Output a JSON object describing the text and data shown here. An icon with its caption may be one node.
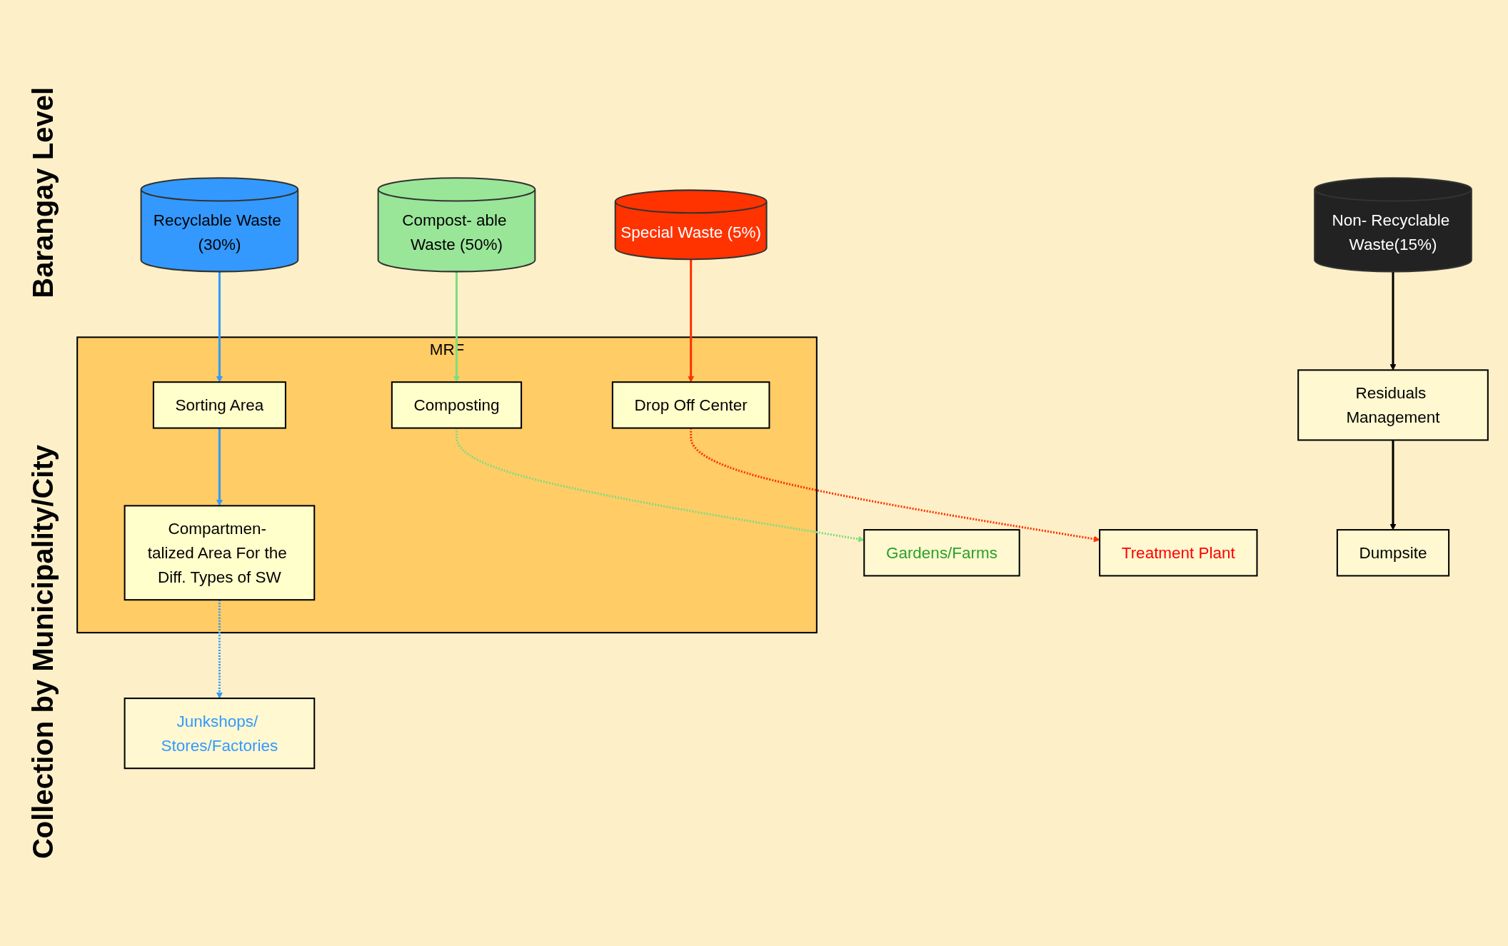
{
  "diagram": {
    "nodes": [
      {
        "text": [
          "Compost- able Waste (50%)"
        ]
      },
      {
        "text": [
          "Recyclable Waste (30%)"
        ]
      },
      {
        "text": [
          "Special Waste (5%)"
        ]
      },
      {
        "text": [
          "Non- Recyclable Waste(15%)"
        ]
      },
      {
        "text": [
          "MRF"
        ]
      },
      {
        "text": [
          "Composting"
        ],
        "in": 4
      },
      {
        "text": [
          "Compartmen- talized Area For the Diff. Types of SW"
        ],
        "in": 4
      },
      {
        "text": [
          "Sorting Area"
        ],
        "in": 4
      },
      {
        "text": [
          "Drop Off Center"
        ],
        "in": 4
      },
      {
        "text": [
          "Dumpsite"
        ]
      },
      {
        "text": [
          "Residuals Management"
        ]
      },
      {
        "text": [
          "Gardens/Farms"
        ]
      },
      {
        "text": [
          "Junkshops/ Stores/Factories"
        ]
      },
      {
        "text": [
          "Treatment Plant"
        ]
      }
    ],
    "edges": [
      {
        "from": 0,
        "to": 5,
        "arrow": "to",
        "color": "#7fdd7f"
      },
      {
        "from": 1,
        "to": 7,
        "arrow": "to",
        "color": "#3399ff"
      },
      {
        "from": 7,
        "to": 6,
        "arrow": "to",
        "color": "#3399ff"
      },
      {
        "from": 2,
        "to": 8,
        "arrow": "to",
        "color": "#ff3300"
      },
      {
        "from": 3,
        "to": 10,
        "arrow": "to",
        "color": "#000000"
      },
      {
        "from": 10,
        "to": 9,
        "arrow": "to",
        "color": "#000000"
      },
      {
        "from": 5,
        "to": 11,
        "arrow": "to",
        "style": "dashed",
        "color": "#7fdd7f"
      },
      {
        "from": 6,
        "to": 12,
        "arrow": "to",
        "style": "dashed",
        "color": "#3399ff"
      },
      {
        "from": 8,
        "to": 13,
        "arrow": "to",
        "style": "dashed",
        "color": "#ff3300"
      }
    ],
    "labels": [
      "Barangay Level",
      "Collection by Municipality/City"
    ]
  }
}
